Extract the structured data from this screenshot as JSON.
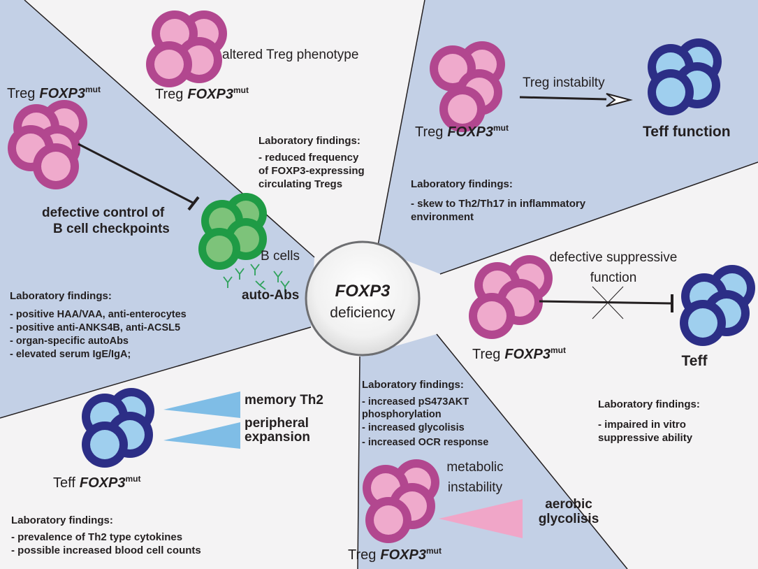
{
  "colors": {
    "sector_blue": "#c3d0e6",
    "sector_white": "#f4f3f4",
    "treg_outer": "#b2478f",
    "treg_inner": "#efaacc",
    "teff_outer": "#2c2e86",
    "teff_inner": "#9fcfee",
    "bcell_outer": "#1f9b45",
    "bcell_inner": "#7dc37a",
    "antibody": "#2ea25a",
    "wedge_blue": "#7fbde6",
    "wedge_pink": "#f0a6c8"
  },
  "center": {
    "title": "FOXP3",
    "subtitle": "deficiency"
  },
  "treg_label": "Treg",
  "teff_label": "Teff",
  "gene": "FOXP3",
  "gene_sup": "mut",
  "panels": {
    "phenotype": {
      "caption": "altered Treg phenotype",
      "findings_title": "Laboratory findings:",
      "findings": [
        "- reduced frequency",
        "of FOXP3-expressing",
        "circulating Tregs"
      ]
    },
    "instability": {
      "caption": "Treg instabilty",
      "target": "Teff function",
      "findings_title": "Laboratory findings:",
      "findings": [
        "-  skew to Th2/Th17 in inflammatory",
        "environment"
      ]
    },
    "suppression": {
      "caption_line1": "defective suppressive",
      "caption_line2": "function",
      "target": "Teff",
      "findings_title": "Laboratory findings:",
      "findings": [
        "- impaired in vitro",
        "suppressive ability"
      ]
    },
    "metabolic": {
      "findings_title": "Laboratory findings:",
      "findings": [
        "- increased pS473AKT",
        "phosphorylation",
        "- increased glycolisis",
        "- increased OCR response"
      ],
      "caption_line1": "metabolic",
      "caption_line2": "instability",
      "effect_line1": "aerobic",
      "effect_line2": "glycolisis"
    },
    "teff": {
      "effect1": "memory Th2",
      "effect2_line1": "peripheral",
      "effect2_line2": "expansion",
      "findings_title": "Laboratory findings:",
      "findings": [
        "- prevalence of Th2 type cytokines",
        "- possible increased blood cell counts"
      ]
    },
    "bcell": {
      "defect_line1": "defective control of",
      "defect_line2": "B cell checkpoints",
      "bcell_label": "B cells",
      "autoabs_label": "auto-Abs",
      "findings_title": "Laboratory findings:",
      "findings": [
        "- positive HAA/VAA, anti-enterocytes",
        "- positive anti-ANKS4B, anti-ACSL5",
        "- organ-specific autoAbs",
        "- elevated serum IgE/IgA;"
      ]
    }
  }
}
